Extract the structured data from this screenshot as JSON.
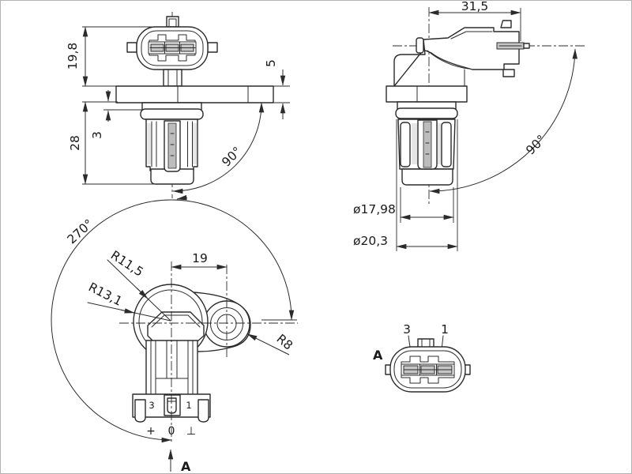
{
  "views": {
    "front": {
      "dim_connector_height": "19,8",
      "dim_body_height": "28",
      "dim_step": "3",
      "dim_flange_thickness": "5",
      "angle": "90°"
    },
    "side": {
      "dim_length": "31,5",
      "angle": "90°",
      "dim_tip_diameter": "ø17,98",
      "dim_body_diameter": "ø20,3"
    },
    "top": {
      "angle": "270°",
      "radius_inner": "R11,5",
      "radius_outer": "R13,1",
      "dim_hole_offset": "19",
      "radius_boss": "R8",
      "pin_3": "3",
      "pin_1": "1",
      "symbol_plus": "+",
      "symbol_signal": "0",
      "symbol_ground": "⊥",
      "view_label": "A"
    },
    "face": {
      "pin_3": "3",
      "pin_1": "1",
      "view_label": "A"
    }
  },
  "colors": {
    "line": "#2b2b2b",
    "text": "#1a1a1a",
    "background": "#ffffff",
    "frame": "#b3b3b3",
    "shade_light": "#e6e6e6",
    "shade_mid": "#c6c6c6"
  }
}
